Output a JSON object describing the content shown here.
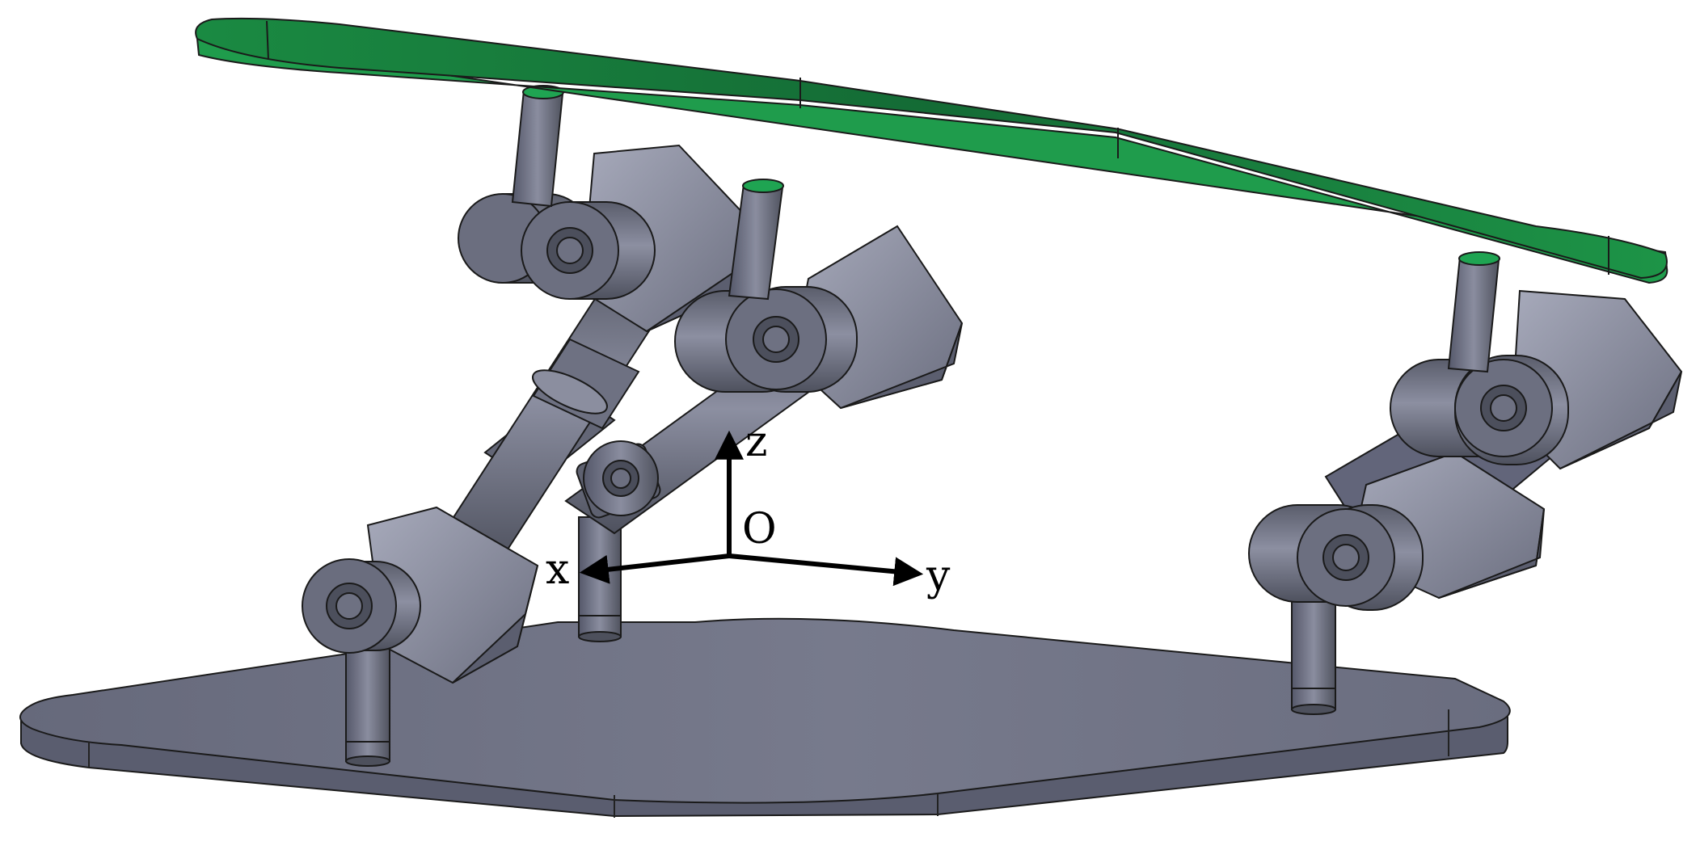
{
  "axes": {
    "origin_label": "O",
    "x_label": "x",
    "y_label": "y",
    "z_label": "z"
  },
  "colors": {
    "background": "#ffffff",
    "platform_top": "#15803c",
    "platform_rim": "#1f9a4a",
    "base_top": "#6f7285",
    "base_rim": "#5b5e70",
    "metal_light": "#9fa2b4",
    "metal_mid": "#7c7f91",
    "metal_dark": "#4a4d5a",
    "axis": "#000000"
  },
  "components": [
    "moving-platform",
    "fixed-base",
    "leg-left-front",
    "leg-left-rear",
    "leg-right"
  ]
}
